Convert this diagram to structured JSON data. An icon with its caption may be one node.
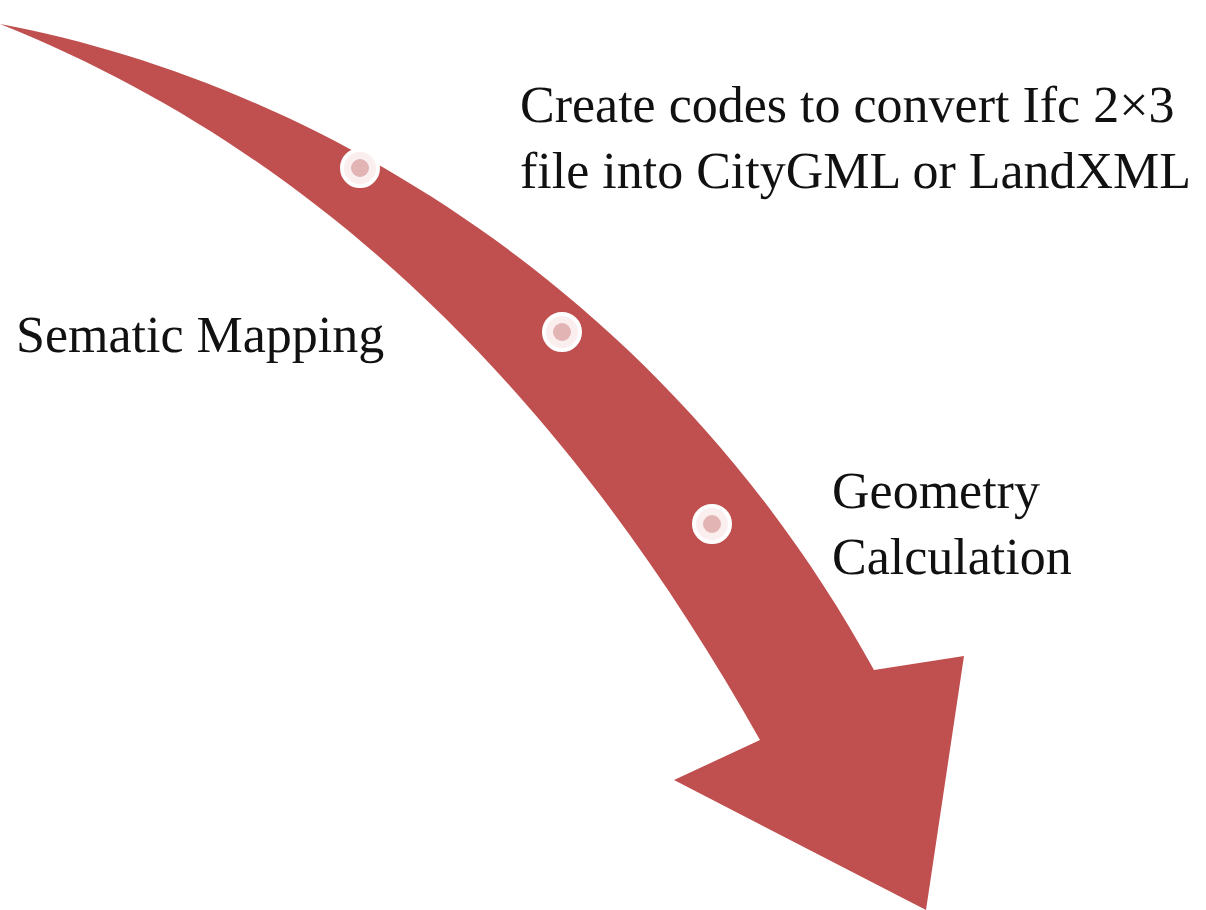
{
  "diagram": {
    "nodes": [
      {
        "text": [
          "Create codes to convert Ifc 2×3 file into CityGML or LandXML"
        ]
      },
      {
        "text": [
          "Sematic Mapping"
        ]
      },
      {
        "text": [
          "Geometry Calculation"
        ]
      }
    ]
  }
}
